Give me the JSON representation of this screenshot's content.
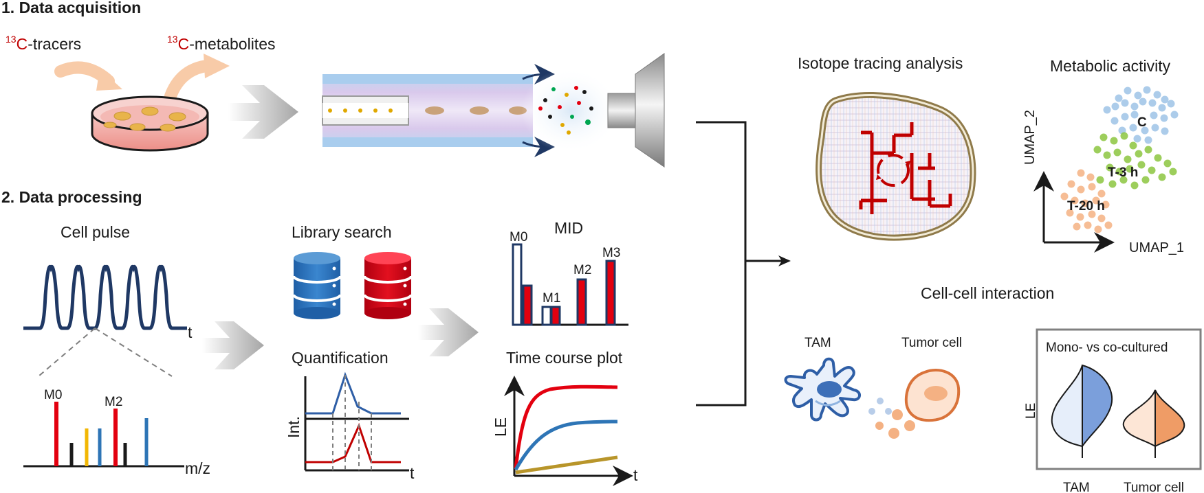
{
  "sections": {
    "acquisition_title": "1. Data acquisition",
    "processing_title": "2. Data processing"
  },
  "acquisition": {
    "tracer_sup": "13",
    "tracer_main": "C",
    "tracer_suffix": "-tracers",
    "metab_sup": "13",
    "metab_main": "C",
    "metab_suffix": "-metabolites"
  },
  "processing": {
    "cell_pulse": "Cell pulse",
    "pulse_axis": "t",
    "ms_axis": "m/z",
    "m0": "M0",
    "m2": "M2",
    "library_search": "Library search",
    "quantification": "Quantification",
    "quant_y": "Int.",
    "quant_x": "t",
    "mid_title": "MID",
    "mid_labels": [
      "M0",
      "M1",
      "M2",
      "M3"
    ],
    "time_course": "Time course plot",
    "tc_y": "LE",
    "tc_x": "t"
  },
  "analysis": {
    "isotope": "Isotope tracing analysis",
    "metabolic": "Metabolic activity",
    "umap_x": "UMAP_1",
    "umap_y": "UMAP_2",
    "cluster_c": "C",
    "cluster_t3": "T-3 h",
    "cluster_t20": "T-20 h",
    "cellcell": "Cell-cell interaction",
    "tam": "TAM",
    "tumor": "Tumor cell",
    "box_title": "Mono- vs co-cultured",
    "violin_y": "LE",
    "violin_x1": "TAM",
    "violin_x2": "Tumor cell"
  },
  "colors": {
    "red": "#e3000f",
    "navy": "#1f3864",
    "blue": "#2e75b6",
    "green": "#8cc63f",
    "lightblue": "#9dc3e6",
    "peach": "#f4b183",
    "orange": "#d9733a",
    "gold": "#b8952a"
  }
}
